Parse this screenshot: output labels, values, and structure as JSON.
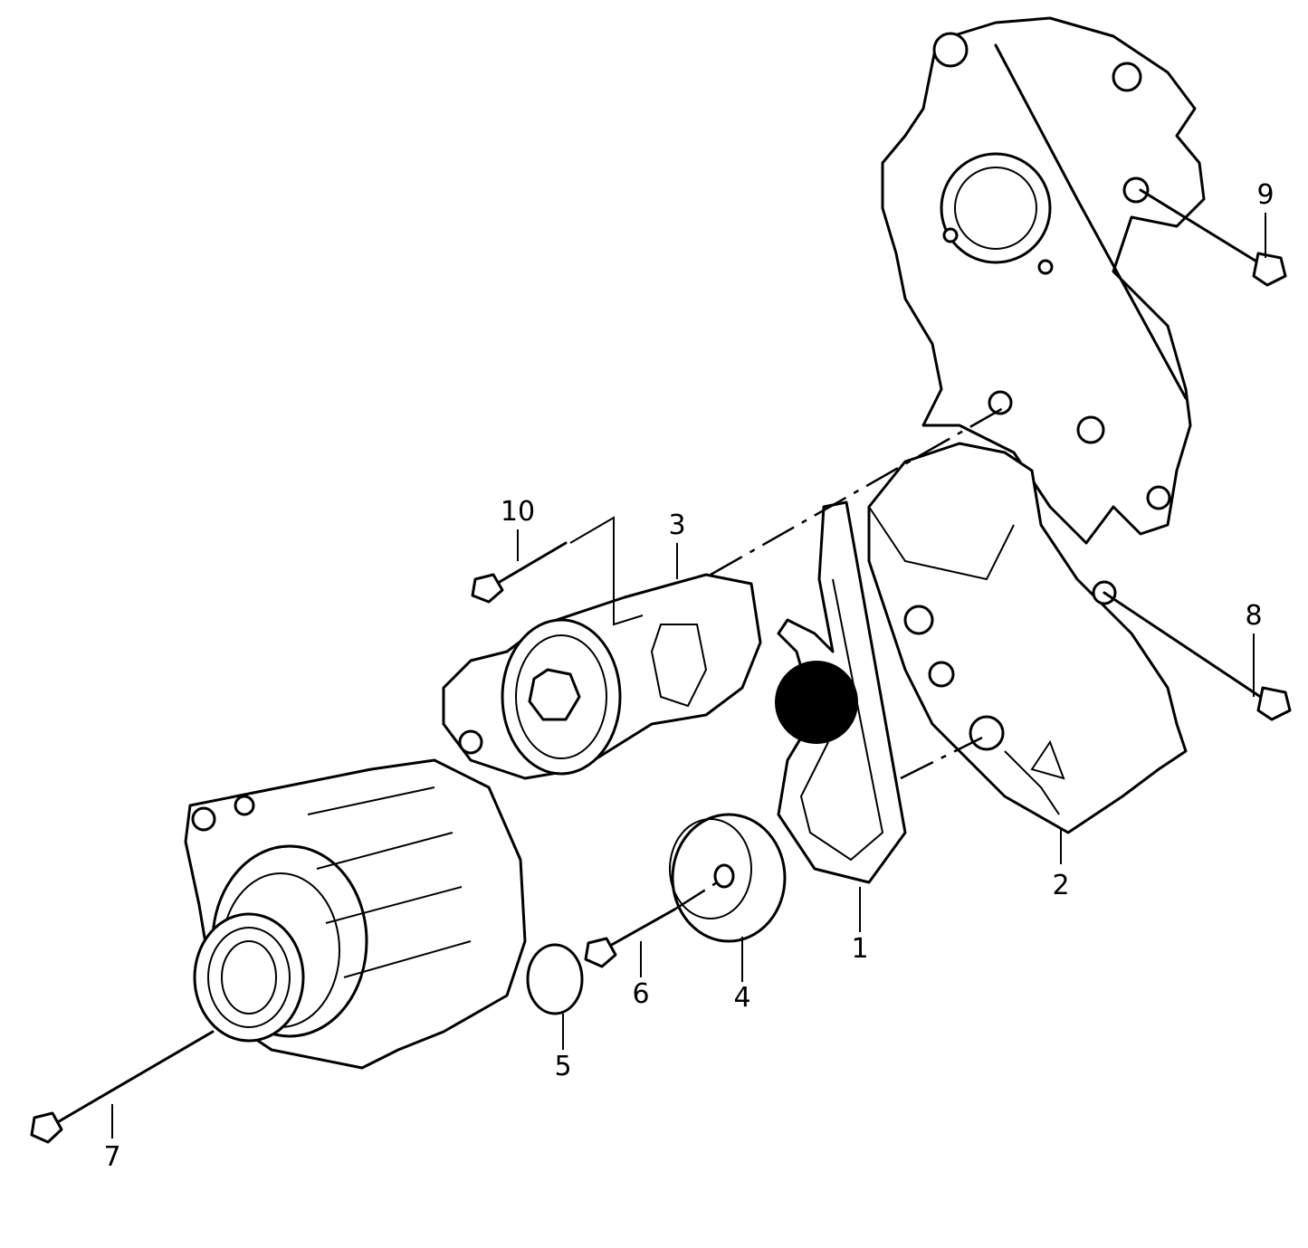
{
  "diagram": {
    "callouts": [
      {
        "id": "1",
        "label": "1"
      },
      {
        "id": "2",
        "label": "2"
      },
      {
        "id": "3",
        "label": "3"
      },
      {
        "id": "4",
        "label": "4"
      },
      {
        "id": "5",
        "label": "5"
      },
      {
        "id": "6",
        "label": "6"
      },
      {
        "id": "7",
        "label": "7"
      },
      {
        "id": "8",
        "label": "8"
      },
      {
        "id": "9",
        "label": "9"
      },
      {
        "id": "10",
        "label": "10"
      }
    ],
    "colors": {
      "line": "#000000",
      "background": "#ffffff",
      "marker": "#000000"
    }
  }
}
